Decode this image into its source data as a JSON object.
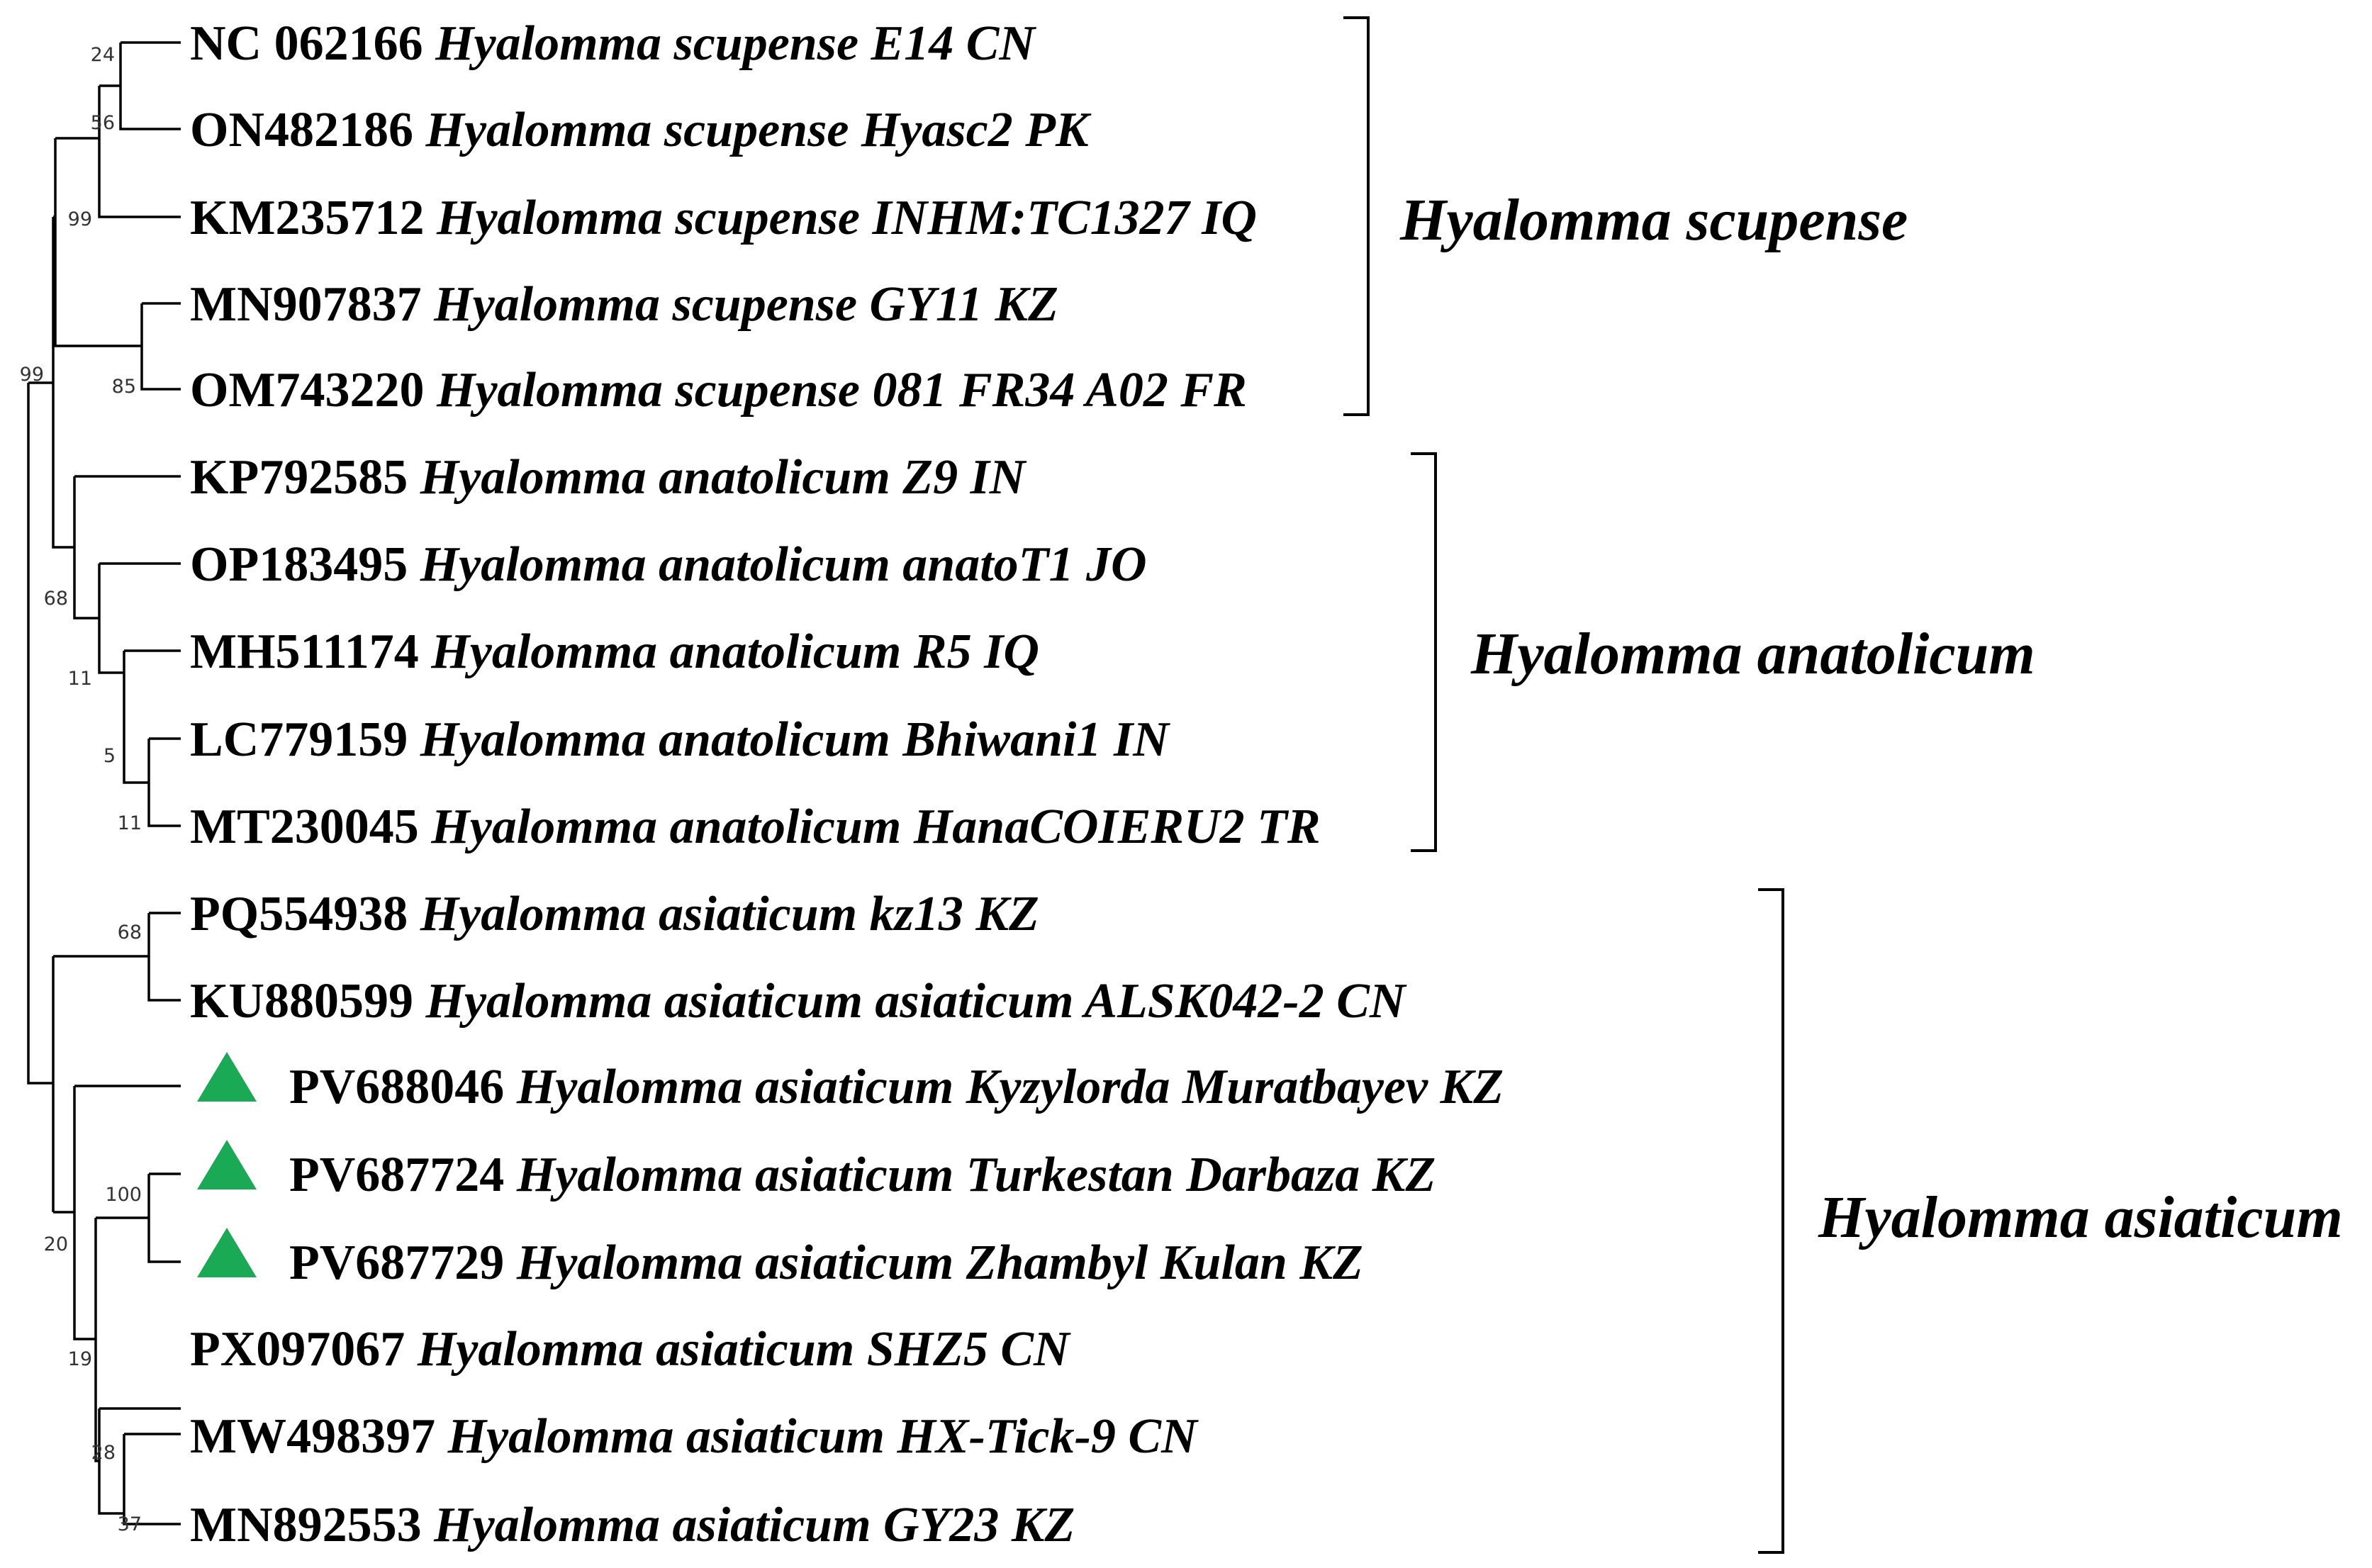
{
  "marker_color": "#1aaa55",
  "leaves": [
    {
      "accession": "NC 062166",
      "name": "Hyalomma scupense E14 CN",
      "marker": false
    },
    {
      "accession": "ON482186",
      "name": "Hyalomma scupense Hyasc2 PK",
      "marker": false
    },
    {
      "accession": "KM235712",
      "name": "Hyalomma scupense INHM:TC1327 IQ",
      "marker": false
    },
    {
      "accession": "MN907837",
      "name": "Hyalomma scupense GY11 KZ",
      "marker": false
    },
    {
      "accession": "OM743220",
      "name": "Hyalomma scupense 081 FR34 A02 FR",
      "marker": false
    },
    {
      "accession": "KP792585",
      "name": "Hyalomma anatolicum Z9 IN",
      "marker": false
    },
    {
      "accession": "OP183495",
      "name": "Hyalomma anatolicum anatoT1 JO",
      "marker": false
    },
    {
      "accession": "MH511174",
      "name": "Hyalomma anatolicum R5 IQ",
      "marker": false
    },
    {
      "accession": "LC779159",
      "name": "Hyalomma anatolicum Bhiwani1 IN",
      "marker": false
    },
    {
      "accession": "MT230045",
      "name": "Hyalomma anatolicum HanaCOIERU2 TR",
      "marker": false
    },
    {
      "accession": "PQ554938",
      "name": "Hyalomma asiaticum kz13 KZ",
      "marker": false
    },
    {
      "accession": "KU880599",
      "name": "Hyalomma asiaticum asiaticum ALSK042-2 CN",
      "marker": false
    },
    {
      "accession": "PV688046",
      "name": "Hyalomma asiaticum Kyzylorda Muratbayev KZ",
      "marker": true
    },
    {
      "accession": "PV687724",
      "name": "Hyalomma asiaticum Turkestan Darbaza KZ",
      "marker": true
    },
    {
      "accession": "PV687729",
      "name": "Hyalomma asiaticum Zhambyl Kulan KZ",
      "marker": true
    },
    {
      "accession": "PX097067",
      "name": "Hyalomma asiaticum SHZ5 CN",
      "marker": false
    },
    {
      "accession": "MW498397",
      "name": "Hyalomma asiaticum HX-Tick-9 CN",
      "marker": false
    },
    {
      "accession": "MN892553",
      "name": "Hyalomma asiaticum GY23 KZ",
      "marker": false
    }
  ],
  "bootstrap": {
    "b_24": "24",
    "b_56": "56",
    "b_99a": "99",
    "b_85": "85",
    "b_99b": "99",
    "b_68a": "68",
    "b_11a": "11",
    "b_5": "5",
    "b_11b": "11",
    "b_68b": "68",
    "b_100": "100",
    "b_20": "20",
    "b_19": "19",
    "b_28": "28",
    "b_37": "37"
  },
  "clades": [
    {
      "label": "Hyalomma scupense",
      "first_leaf": 0,
      "last_leaf": 4
    },
    {
      "label": "Hyalomma anatolicum",
      "first_leaf": 5,
      "last_leaf": 9
    },
    {
      "label": "Hyalomma asiaticum",
      "first_leaf": 10,
      "last_leaf": 17
    }
  ]
}
